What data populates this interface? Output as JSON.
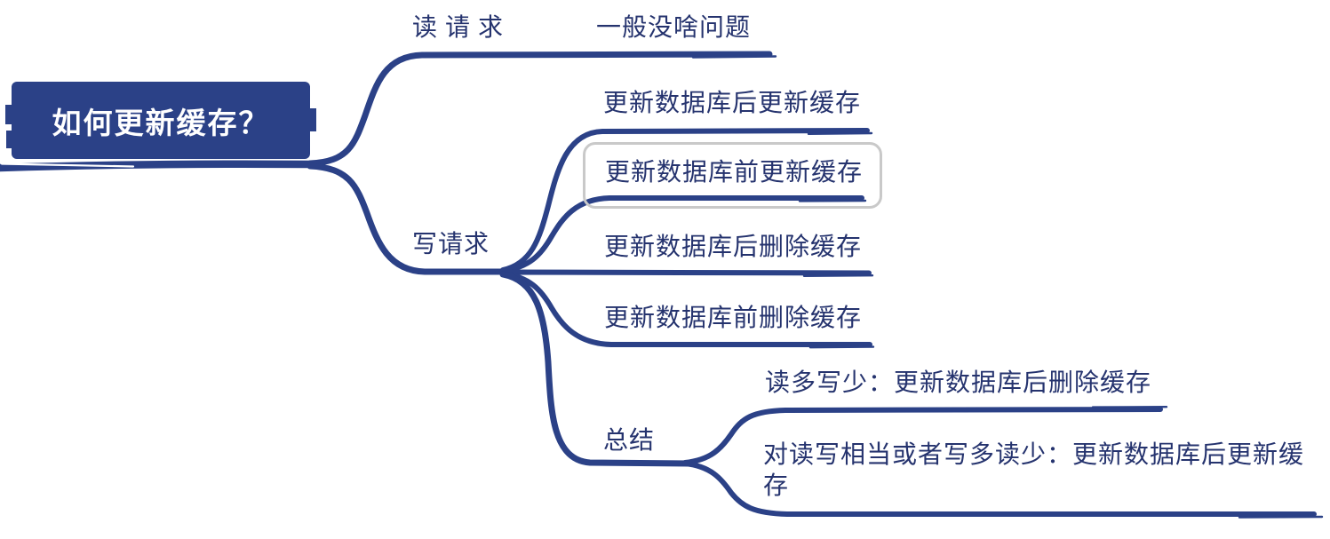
{
  "title": "如何更新缓存？",
  "colors": {
    "connector": "#2b4187",
    "root_box_bg": "#2b4187",
    "root_box_text": "#ffffff",
    "node_text": "#25336e",
    "highlight_border": "#c9c9c9",
    "background": "#ffffff"
  },
  "root": {
    "label": "如何更新缓存？"
  },
  "branches": [
    {
      "label": "读请求",
      "children": [
        {
          "label": "一般没啥问题"
        }
      ]
    },
    {
      "label": "写请求",
      "children": [
        {
          "label": "更新数据库后更新缓存"
        },
        {
          "label": "更新数据库前更新缓存",
          "selected": true
        },
        {
          "label": "更新数据库后删除缓存"
        },
        {
          "label": "更新数据库前删除缓存"
        },
        {
          "label": "总结",
          "children": [
            {
              "label": "读多写少：更新数据库后删除缓存"
            },
            {
              "label": "对读写相当或者写多读少：更新数据库后更新缓存"
            }
          ]
        }
      ]
    }
  ]
}
